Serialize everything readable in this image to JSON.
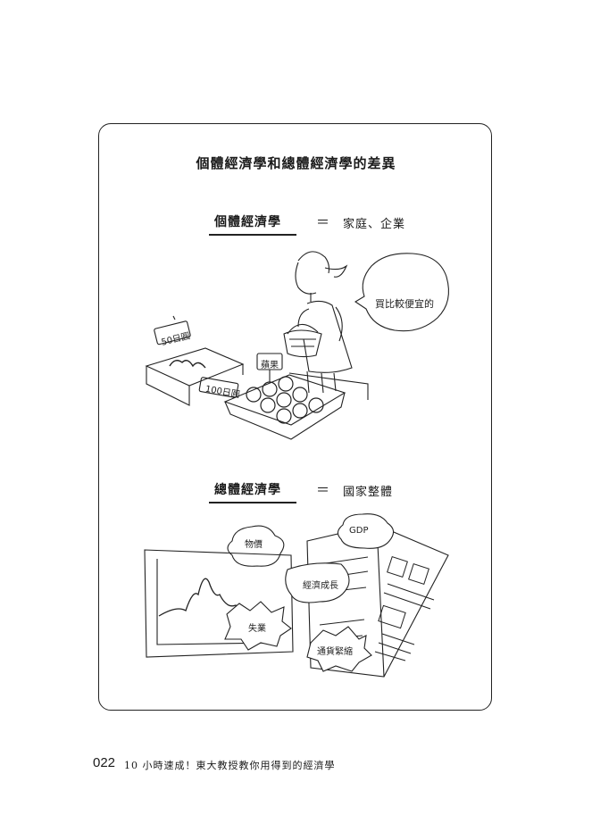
{
  "figure": {
    "title": "個體經濟學和總體經濟學的差異",
    "micro": {
      "label": "個體經濟學",
      "equals": "＝",
      "value": "家庭、企業",
      "speech": "買比較便宜的",
      "signs": {
        "price_50": "50日圓",
        "price_100": "100日圓",
        "apple": "蘋果"
      }
    },
    "macro": {
      "label": "總體經濟學",
      "equals": "＝",
      "value": "國家整體",
      "clouds": {
        "prices": "物價",
        "gdp": "GDP",
        "growth": "經濟成長",
        "unemployment": "失業",
        "deflation": "通貨緊縮"
      }
    }
  },
  "footer": {
    "page_number": "022",
    "book_title": "10 小時速成！東大教授教你用得到的經濟學"
  },
  "icons": [
    "shopper-illustration",
    "apple-crate-illustration",
    "chart-illustration",
    "newspaper-illustration"
  ]
}
